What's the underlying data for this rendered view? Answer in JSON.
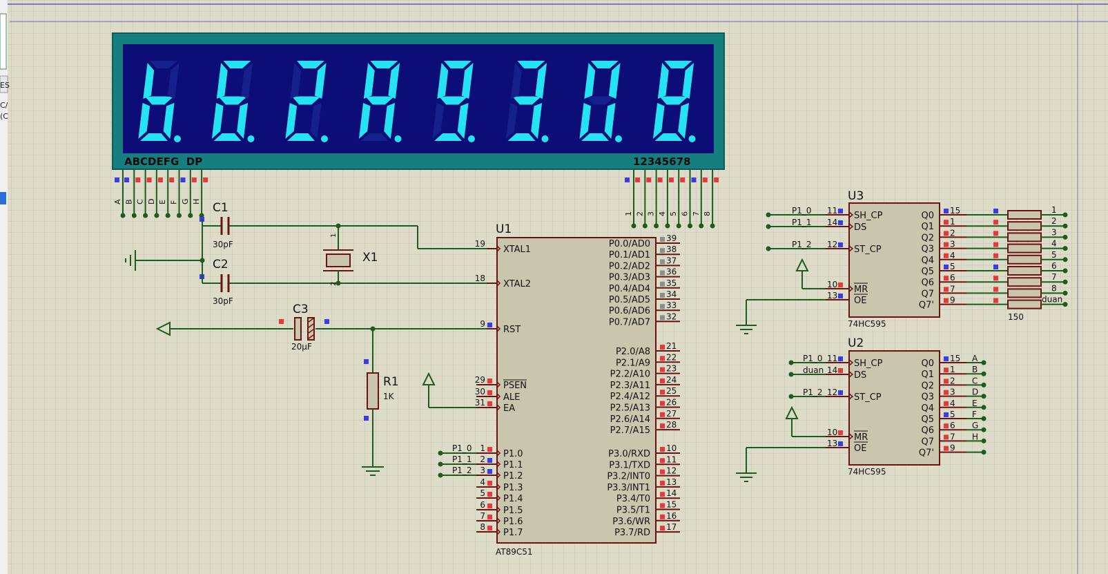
{
  "display": {
    "segment_labels": "ABCDEFG  DP",
    "digit_labels": "12345678",
    "digits": [
      "b",
      "6",
      "2",
      "A",
      "9",
      "3",
      "0",
      "8"
    ],
    "pin_labels": [
      "A",
      "B",
      "C",
      "D",
      "E",
      "F",
      "G",
      "H"
    ],
    "digit_pin_labels": [
      "1",
      "2",
      "3",
      "4",
      "5",
      "6",
      "7",
      "8"
    ],
    "colors": {
      "frame": "#157f80",
      "panel": "#0d0d78",
      "segment_on": "#25e3f2",
      "segment_off": "#15218a"
    }
  },
  "components": {
    "c1": {
      "ref": "C1",
      "value": "30pF"
    },
    "c2": {
      "ref": "C2",
      "value": "30pF"
    },
    "c3": {
      "ref": "C3",
      "value": "20µF"
    },
    "x1": {
      "ref": "X1",
      "pin_top": "1",
      "pin_bottom": "2"
    },
    "r1": {
      "ref": "R1",
      "value": "1K"
    }
  },
  "u1": {
    "ref": "U1",
    "part": "AT89C51",
    "left_pins": [
      {
        "num": "19",
        "name": "XTAL1"
      },
      {
        "num": "18",
        "name": "XTAL2"
      },
      {
        "num": "9",
        "name": "RST"
      },
      {
        "num": "29",
        "name": "PSEN"
      },
      {
        "num": "30",
        "name": "ALE"
      },
      {
        "num": "31",
        "name": "EA"
      },
      {
        "num": "1",
        "name": "P1.0",
        "net": "P1_0"
      },
      {
        "num": "2",
        "name": "P1.1",
        "net": "P1_1"
      },
      {
        "num": "3",
        "name": "P1.2",
        "net": "P1_2"
      },
      {
        "num": "4",
        "name": "P1.3"
      },
      {
        "num": "5",
        "name": "P1.4"
      },
      {
        "num": "6",
        "name": "P1.5"
      },
      {
        "num": "7",
        "name": "P1.6"
      },
      {
        "num": "8",
        "name": "P1.7"
      }
    ],
    "right_pins": [
      {
        "num": "39",
        "name": "P0.0/AD0"
      },
      {
        "num": "38",
        "name": "P0.1/AD1"
      },
      {
        "num": "37",
        "name": "P0.2/AD2"
      },
      {
        "num": "36",
        "name": "P0.3/AD3"
      },
      {
        "num": "35",
        "name": "P0.4/AD4"
      },
      {
        "num": "34",
        "name": "P0.5/AD5"
      },
      {
        "num": "33",
        "name": "P0.6/AD6"
      },
      {
        "num": "32",
        "name": "P0.7/AD7"
      },
      {
        "num": "21",
        "name": "P2.0/A8"
      },
      {
        "num": "22",
        "name": "P2.1/A9"
      },
      {
        "num": "23",
        "name": "P2.2/A10"
      },
      {
        "num": "24",
        "name": "P2.3/A11"
      },
      {
        "num": "25",
        "name": "P2.4/A12"
      },
      {
        "num": "26",
        "name": "P2.5/A13"
      },
      {
        "num": "27",
        "name": "P2.6/A14"
      },
      {
        "num": "28",
        "name": "P2.7/A15"
      },
      {
        "num": "10",
        "name": "P3.0/RXD"
      },
      {
        "num": "11",
        "name": "P3.1/TXD"
      },
      {
        "num": "12",
        "name": "P3.2/INT0"
      },
      {
        "num": "13",
        "name": "P3.3/INT1"
      },
      {
        "num": "14",
        "name": "P3.4/T0"
      },
      {
        "num": "15",
        "name": "P3.5/T1"
      },
      {
        "num": "16",
        "name": "P3.6/WR"
      },
      {
        "num": "17",
        "name": "P3.7/RD"
      }
    ]
  },
  "u3": {
    "ref": "U3",
    "part": "74HC595",
    "left_pins": [
      {
        "num": "11",
        "name": "SH_CP",
        "net": "P1_0"
      },
      {
        "num": "14",
        "name": "DS",
        "net": "P1_1"
      },
      {
        "num": "12",
        "name": "ST_CP",
        "net": "P1_2"
      },
      {
        "num": "10",
        "name": "MR"
      },
      {
        "num": "13",
        "name": "OE"
      }
    ],
    "right_pins": [
      {
        "num": "15",
        "name": "Q0"
      },
      {
        "num": "1",
        "name": "Q1"
      },
      {
        "num": "2",
        "name": "Q2"
      },
      {
        "num": "3",
        "name": "Q3"
      },
      {
        "num": "4",
        "name": "Q4"
      },
      {
        "num": "5",
        "name": "Q5"
      },
      {
        "num": "6",
        "name": "Q6"
      },
      {
        "num": "7",
        "name": "Q7"
      },
      {
        "num": "9",
        "name": "Q7'"
      }
    ],
    "rn_outputs": [
      "1",
      "2",
      "3",
      "4",
      "5",
      "6",
      "7",
      "8",
      "duan"
    ],
    "rn_value": "150"
  },
  "u2": {
    "ref": "U2",
    "part": "74HC595",
    "left_pins": [
      {
        "num": "11",
        "name": "SH_CP",
        "net": "P1_0"
      },
      {
        "num": "14",
        "name": "DS",
        "net": "duan"
      },
      {
        "num": "12",
        "name": "ST_CP",
        "net": "P1_2"
      },
      {
        "num": "10",
        "name": "MR"
      },
      {
        "num": "13",
        "name": "OE"
      }
    ],
    "right_pins": [
      {
        "num": "15",
        "name": "Q0",
        "net": "A"
      },
      {
        "num": "1",
        "name": "Q1",
        "net": "B"
      },
      {
        "num": "2",
        "name": "Q2",
        "net": "C"
      },
      {
        "num": "3",
        "name": "Q3",
        "net": "D"
      },
      {
        "num": "4",
        "name": "Q4",
        "net": "E"
      },
      {
        "num": "5",
        "name": "Q5",
        "net": "F"
      },
      {
        "num": "6",
        "name": "Q6",
        "net": "G"
      },
      {
        "num": "7",
        "name": "Q7",
        "net": "H"
      },
      {
        "num": "9",
        "name": "Q7'"
      }
    ]
  },
  "left_edge": {
    "fragment_1": "ES",
    "fragment_2": "C/",
    "fragment_3": "(C"
  },
  "colors": {
    "background": "#dcdcc8",
    "grid": "#c3c3ae",
    "wire": "#1f5a1f",
    "body_outline": "#6b1212",
    "body_fill": "#c9c6ad",
    "pin_red": "#e63a3a",
    "pin_blue": "#3a3ae6",
    "pin_gray": "#8d8d8d"
  }
}
